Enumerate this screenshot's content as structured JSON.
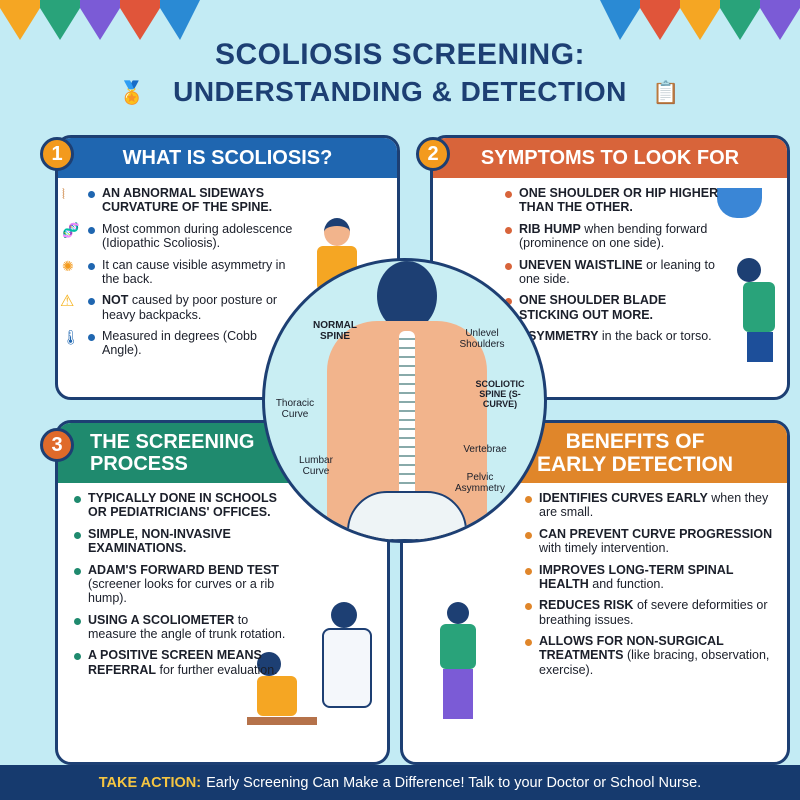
{
  "title": {
    "line1": "SCOLIOSIS SCREENING:",
    "line2": "UNDERSTANDING & DETECTION"
  },
  "colors": {
    "navy": "#1d3f73",
    "panel1": "#1f66b0",
    "panel2": "#d8643a",
    "panel3": "#1f8a6e",
    "panel4": "#e0862a",
    "accent": "#f5c542"
  },
  "panels": [
    {
      "number": "1",
      "title": "WHAT IS SCOLIOSIS?",
      "items": [
        {
          "bold": "AN ABNORMAL SIDEWAYS CURVATURE OF THE SPINE.",
          "text": "",
          "icon": "spine-icon"
        },
        {
          "bold": "",
          "text": "Most common during adolescence (Idiopathic Scoliosis).",
          "icon": "dna-icon"
        },
        {
          "bold": "",
          "text": "It can cause visible asymmetry in the back.",
          "icon": "pain-icon"
        },
        {
          "bold": "NOT",
          "text": " caused by poor posture or heavy backpacks.",
          "icon": "warning-icon"
        },
        {
          "bold": "",
          "text": "Measured in degrees (Cobb Angle).",
          "icon": "thermometer-icon"
        }
      ]
    },
    {
      "number": "2",
      "title": "SYMPTOMS TO LOOK FOR",
      "items": [
        {
          "bold": "ONE SHOULDER OR HIP HIGHER THAN THE OTHER.",
          "text": ""
        },
        {
          "bold": "RIB HUMP",
          "text": " when bending forward (prominence on one side)."
        },
        {
          "bold": "UNEVEN WAISTLINE",
          "text": " or leaning to one side."
        },
        {
          "bold": "ONE SHOULDER BLADE STICKING OUT MORE.",
          "text": ""
        },
        {
          "bold": "ASYMMETRY",
          "text": " in the back or torso."
        }
      ]
    },
    {
      "number": "3",
      "title": "THE SCREENING PROCESS",
      "items": [
        {
          "bold": "TYPICALLY DONE IN SCHOOLS OR PEDIATRICIANS' OFFICES.",
          "text": ""
        },
        {
          "bold": "SIMPLE, NON-INVASIVE EXAMINATIONS.",
          "text": ""
        },
        {
          "bold": "ADAM'S FORWARD BEND TEST",
          "text": " (screener looks for curves or a rib hump)."
        },
        {
          "bold": "USING A SCOLIOMETER",
          "text": " to measure the angle of trunk rotation."
        },
        {
          "bold": "A POSITIVE SCREEN MEANS REFERRAL",
          "text": " for further evaluation."
        }
      ]
    },
    {
      "number": "",
      "title": "BENEFITS OF EARLY DETECTION",
      "items": [
        {
          "bold": "IDENTIFIES CURVES EARLY",
          "text": " when they are small."
        },
        {
          "bold": "CAN PREVENT CURVE PROGRESSION",
          "text": " with timely intervention."
        },
        {
          "bold": "IMPROVES LONG-TERM SPINAL HEALTH",
          "text": " and function."
        },
        {
          "bold": "REDUCES RISK",
          "text": " of severe deformities or breathing issues."
        },
        {
          "bold": "ALLOWS FOR NON-SURGICAL TREATMENTS",
          "text": " (like bracing, observation, exercise)."
        }
      ]
    }
  ],
  "diagram": {
    "normal_spine": "NORMAL SPINE",
    "unlevel_shoulders": "Unlevel Shoulders",
    "scoliotic_spine": "SCOLIOTIC SPINE (S-CURVE)",
    "thoracic_curve": "Thoracic Curve",
    "vertebrae": "Vertebrae",
    "lumbar_curve": "Lumbar Curve",
    "pelvic_asymmetry": "Pelvic Asymmetry"
  },
  "footer": {
    "highlight": "TAKE ACTION:",
    "text": "Early Screening Can Make a Difference! Talk to your Doctor or School Nurse."
  }
}
